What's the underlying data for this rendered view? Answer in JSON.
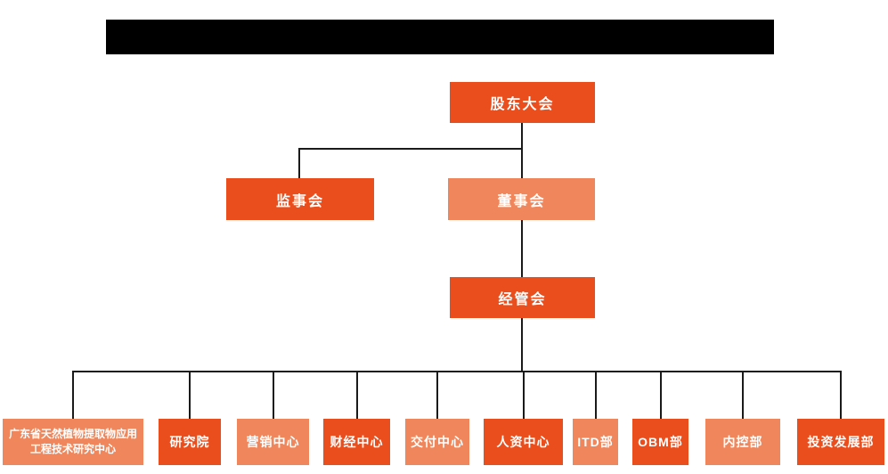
{
  "palette": {
    "dark": "#EB4E1D",
    "light": "#F0875C",
    "text": "#FFFFFF",
    "line": "#1A1A1A",
    "background": "#FFFFFF",
    "redacted_bar": "#000000"
  },
  "header": {
    "redacted_title": true
  },
  "org": {
    "nodes": {
      "shareholders": {
        "label": "股东大会",
        "variant": "dark"
      },
      "supervisory": {
        "label": "监事会",
        "variant": "dark"
      },
      "board": {
        "label": "董事会",
        "variant": "light"
      },
      "management": {
        "label": "经管会",
        "variant": "dark"
      }
    },
    "departments": [
      {
        "label": "广东省天然植物提取物应用工程技术研究中心",
        "variant": "light"
      },
      {
        "label": "研究院",
        "variant": "dark"
      },
      {
        "label": "营销中心",
        "variant": "light"
      },
      {
        "label": "财经中心",
        "variant": "dark"
      },
      {
        "label": "交付中心",
        "variant": "light"
      },
      {
        "label": "人资中心",
        "variant": "dark"
      },
      {
        "label": "ITD部",
        "variant": "light"
      },
      {
        "label": "OBM部",
        "variant": "dark"
      },
      {
        "label": "内控部",
        "variant": "light"
      },
      {
        "label": "投资发展部",
        "variant": "dark"
      }
    ],
    "hierarchy": {
      "股东大会": [
        "监事会",
        "董事会"
      ],
      "董事会": [
        "经管会"
      ],
      "经管会": [
        "广东省天然植物提取物应用工程技术研究中心",
        "研究院",
        "营销中心",
        "财经中心",
        "交付中心",
        "人资中心",
        "ITD部",
        "OBM部",
        "内控部",
        "投资发展部"
      ]
    }
  }
}
